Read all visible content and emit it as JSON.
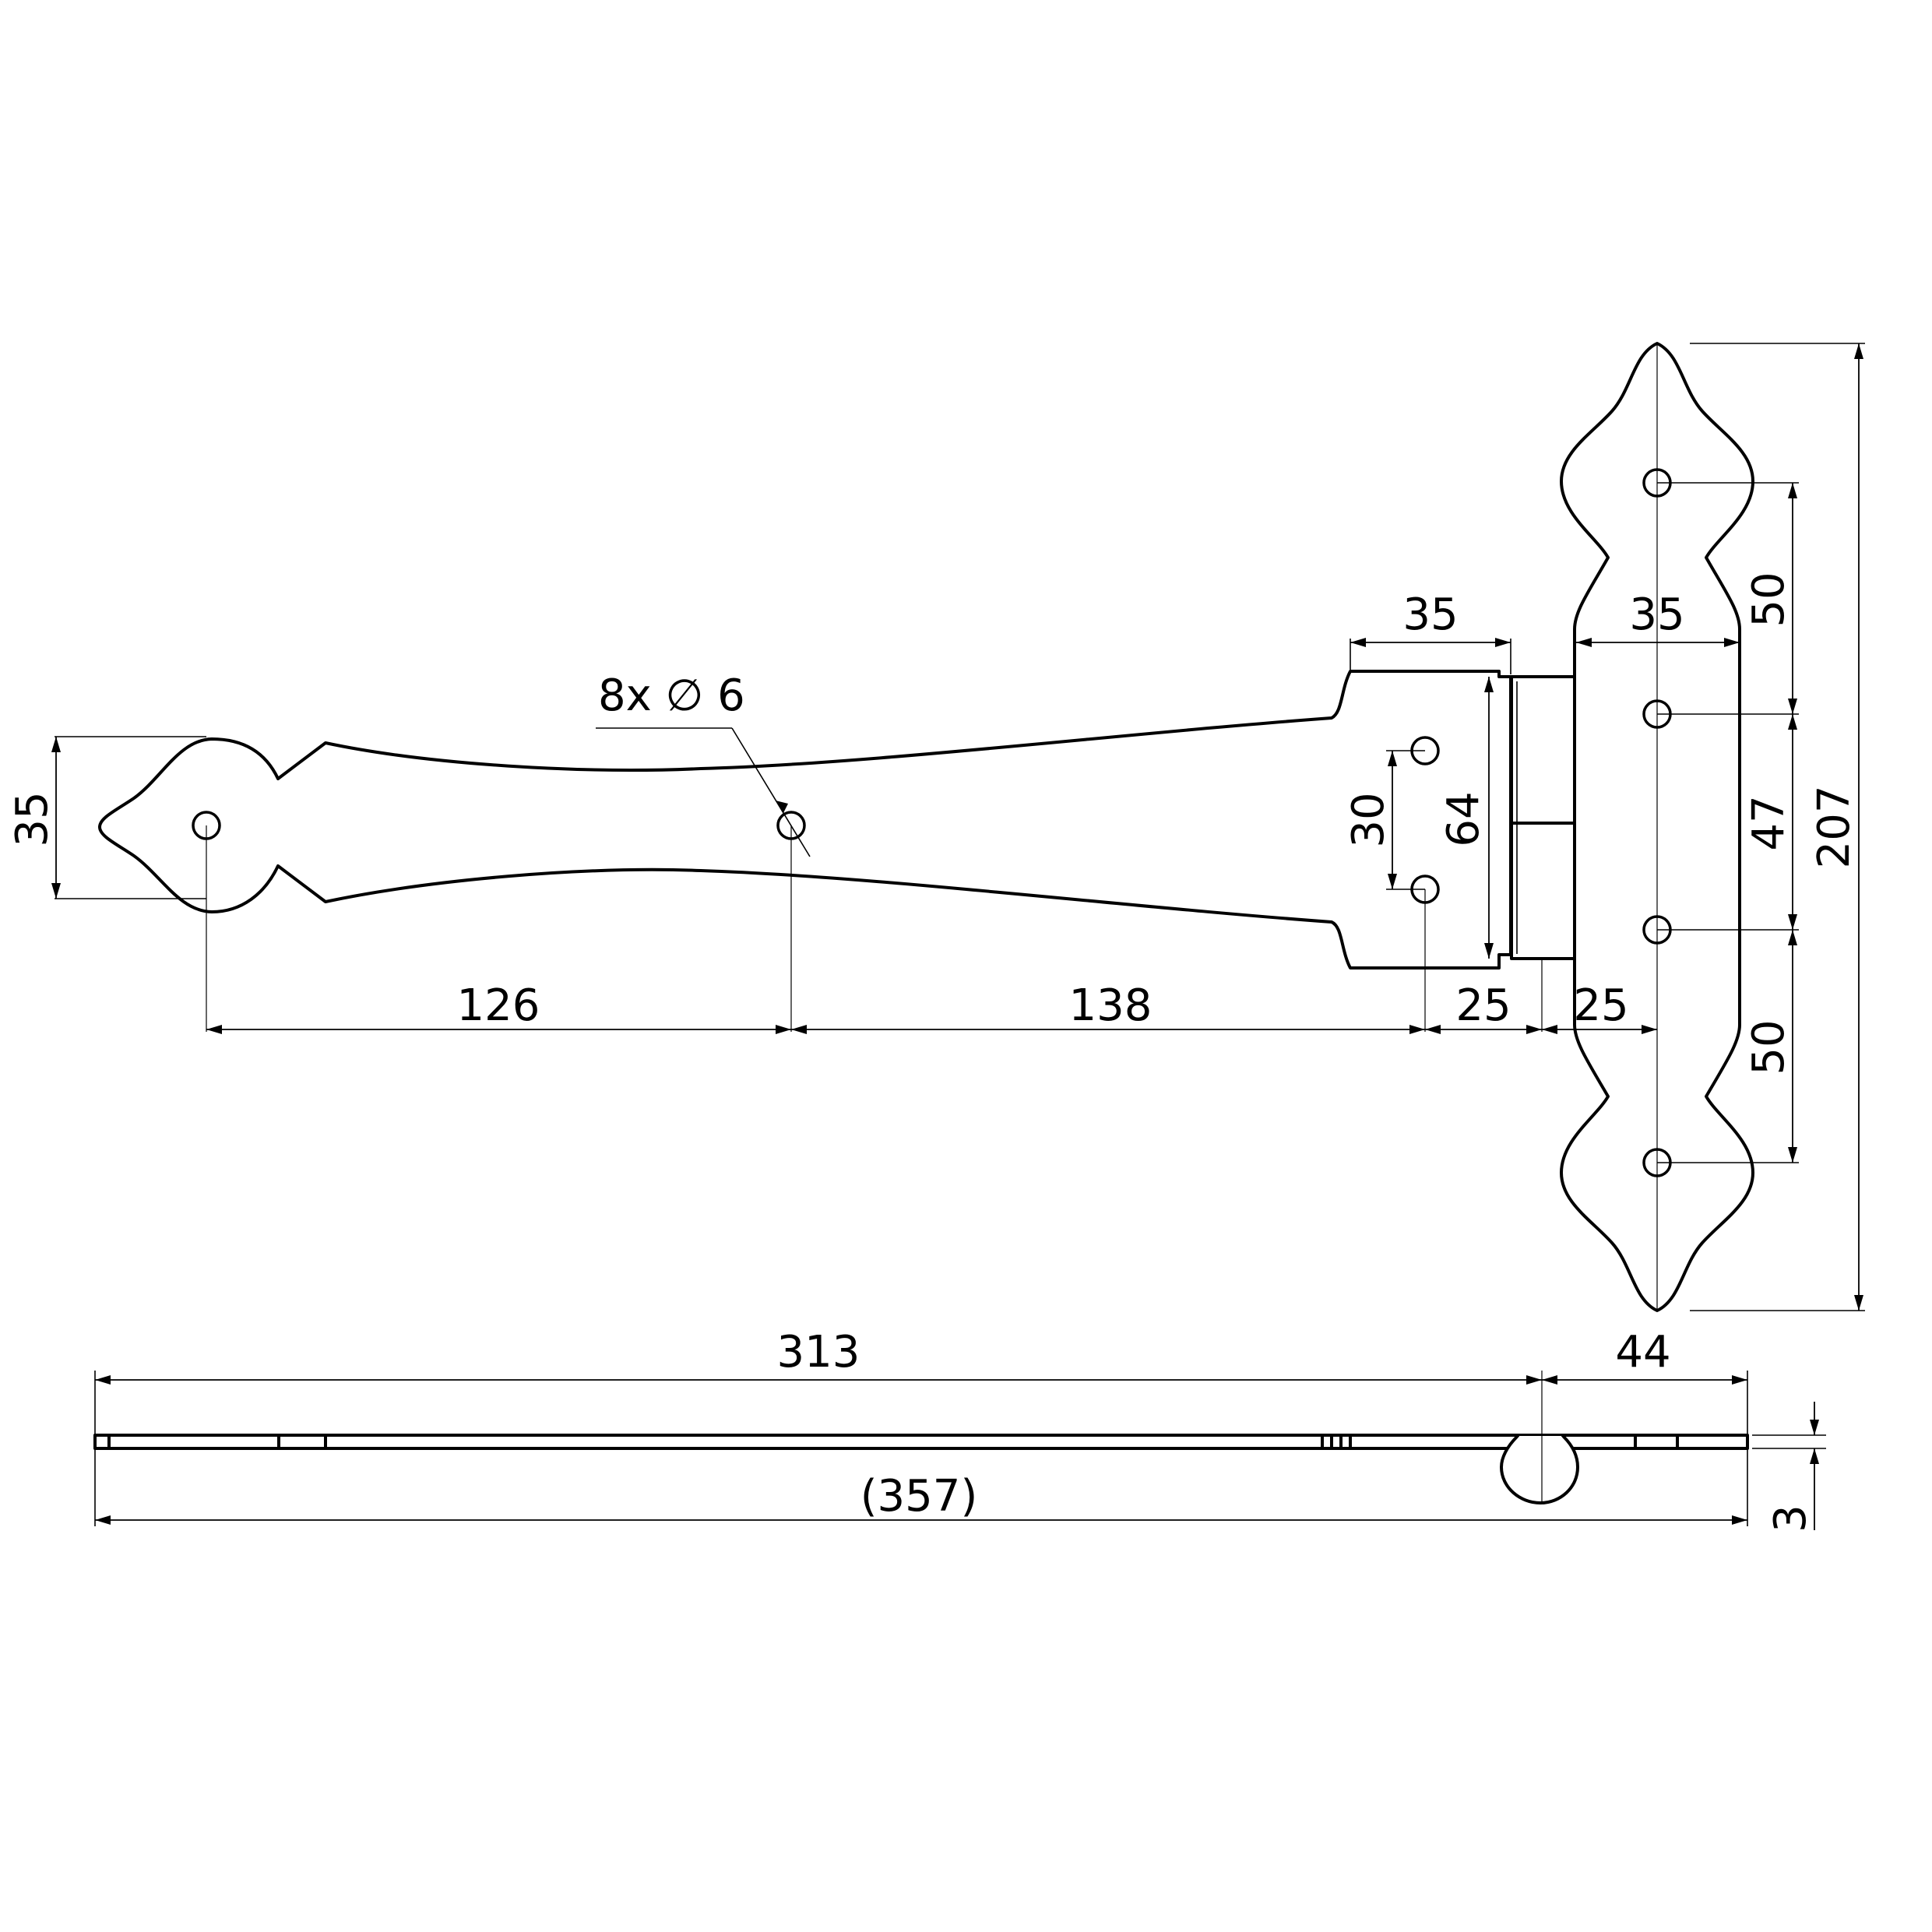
{
  "dimensions": {
    "left_leaf_height": "35",
    "hole_callout": "8x ∅ 6",
    "base_to_hole_1": "126",
    "hole_1_to_hole_2": "138",
    "plate_offset_left": "25",
    "plate_offset_right": "25",
    "plate_width_left": "35",
    "plate_width_right": "35",
    "hole_spacing_left": "30",
    "plate_height_left": "64",
    "strap_hole_spacing_top": "50",
    "strap_hole_spacing_mid": "47",
    "strap_hole_spacing_bottom": "50",
    "strap_total_height": "207",
    "leaf_length": "313",
    "plate_length": "44",
    "overall_length": "(357)",
    "thickness": "3"
  }
}
